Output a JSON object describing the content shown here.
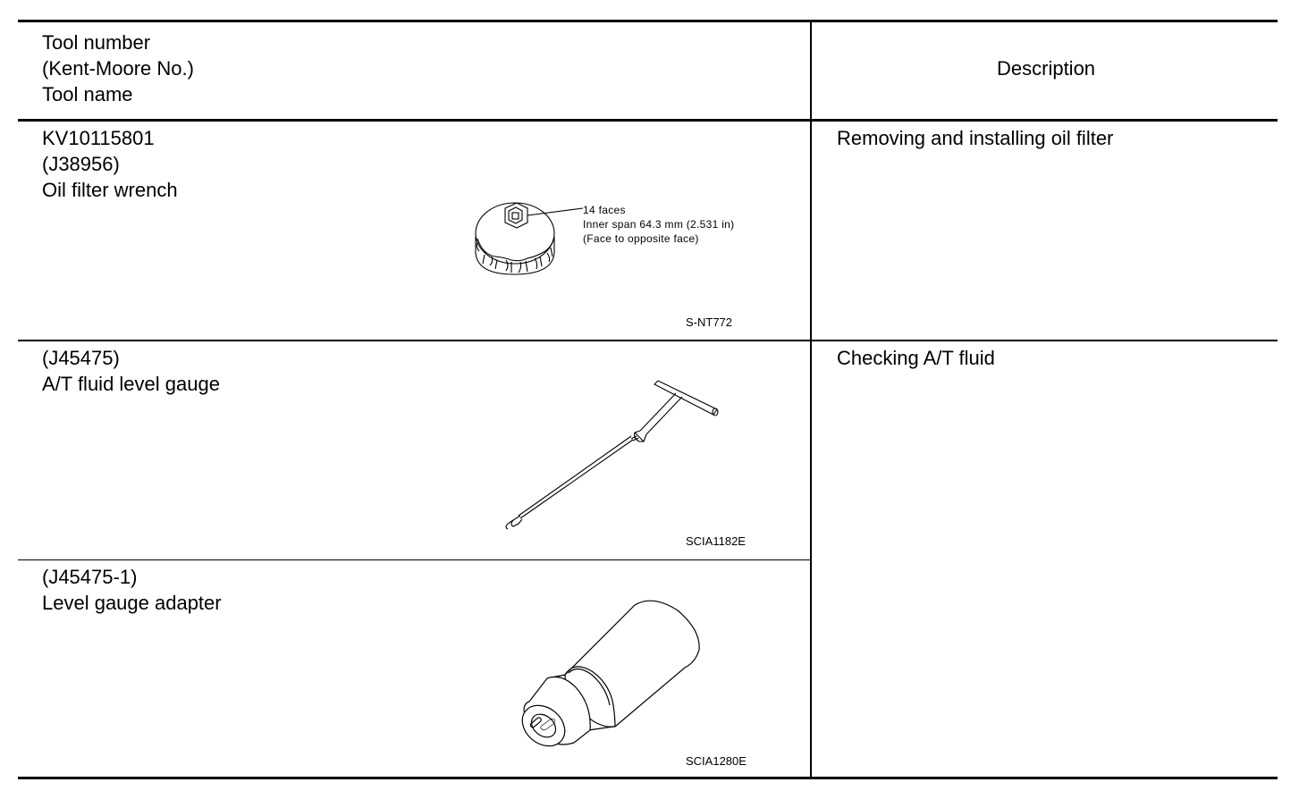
{
  "header": {
    "tool_col": [
      "Tool number",
      "(Kent-Moore No.)",
      "Tool name"
    ],
    "description_col": "Description"
  },
  "rows": [
    {
      "tool_number": "KV10115801",
      "kent_moore": "(J38956)",
      "tool_name": "Oil filter wrench",
      "description": "Removing and installing oil filter",
      "image_code": "S-NT772",
      "callout": [
        "14 faces",
        "Inner span 64.3 mm (2.531 in)",
        "(Face to opposite face)"
      ]
    },
    {
      "kent_moore": "(J45475)",
      "tool_name": "A/T fluid level gauge",
      "description": "Checking A/T fluid",
      "image_code": "SCIA1182E"
    },
    {
      "kent_moore": "(J45475-1)",
      "tool_name": "Level gauge adapter",
      "image_code": "SCIA1280E"
    }
  ]
}
